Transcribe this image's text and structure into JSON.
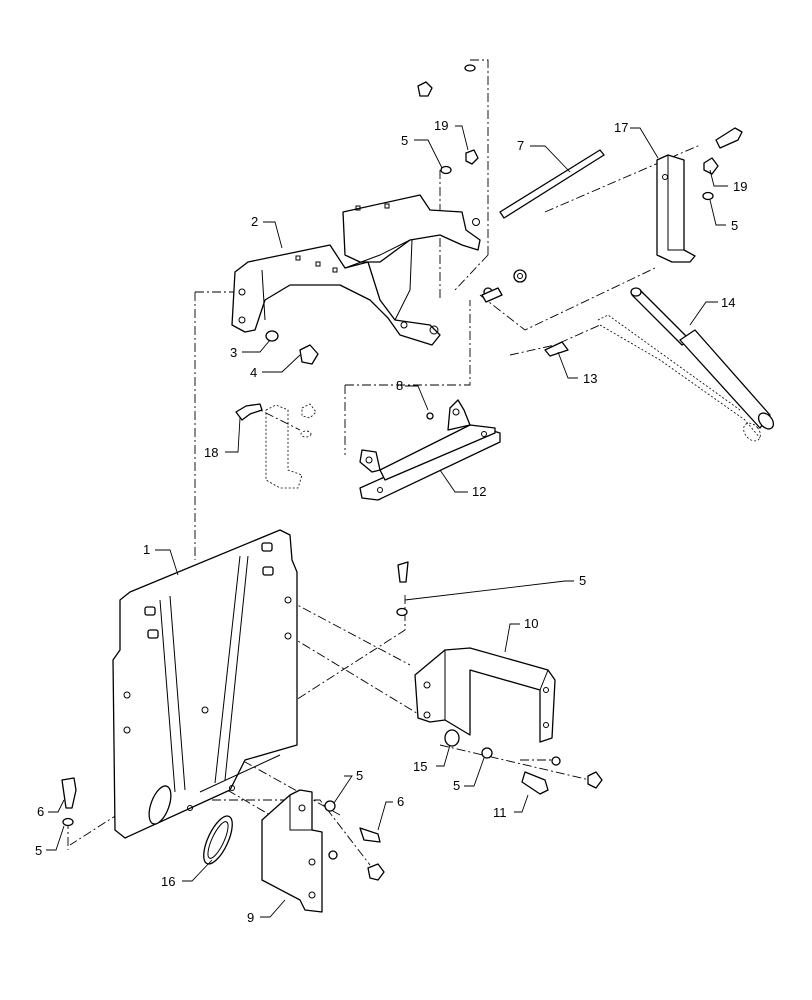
{
  "callouts": {
    "c1": "1",
    "c2": "2",
    "c3": "3",
    "c4": "4",
    "c5a": "5",
    "c5b": "5",
    "c5c": "5",
    "c5d": "5",
    "c5e": "5",
    "c5f": "5",
    "c6a": "6",
    "c6b": "6",
    "c7": "7",
    "c8": "8",
    "c9": "9",
    "c10": "10",
    "c11": "11",
    "c12": "12",
    "c13": "13",
    "c14": "14",
    "c15": "15",
    "c16": "16",
    "c17": "17",
    "c18": "18",
    "c19a": "19",
    "c19b": "19"
  }
}
